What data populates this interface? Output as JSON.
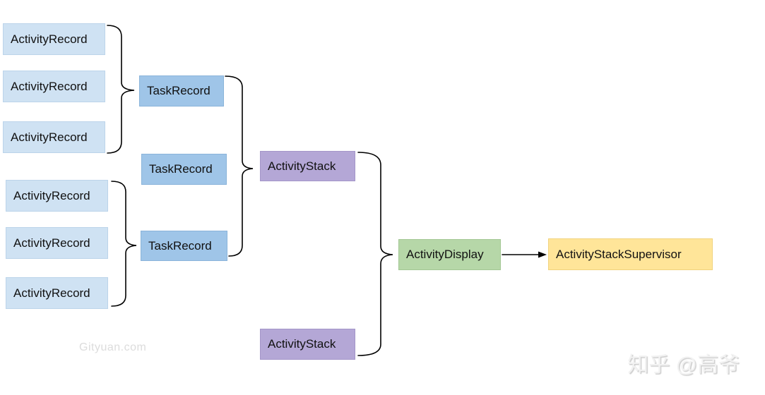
{
  "diagram": {
    "nodes": {
      "activity_records": [
        "ActivityRecord",
        "ActivityRecord",
        "ActivityRecord",
        "ActivityRecord",
        "ActivityRecord",
        "ActivityRecord"
      ],
      "task_records": [
        "TaskRecord",
        "TaskRecord",
        "TaskRecord"
      ],
      "activity_stacks": [
        "ActivityStack",
        "ActivityStack"
      ],
      "activity_display": "ActivityDisplay",
      "activity_stack_supervisor": "ActivityStackSupervisor"
    },
    "colors": {
      "activity_record_fill": "#cfe2f3",
      "task_record_fill": "#9fc5e8",
      "activity_stack_fill": "#b4a7d6",
      "activity_display_fill": "#b6d7a8",
      "activity_stack_supervisor_fill": "#ffe599",
      "connector": "#000000",
      "text": "#111111",
      "background": "#ffffff"
    }
  },
  "watermarks": {
    "site": "Gityuan.com",
    "author": "知乎 @高爷"
  }
}
